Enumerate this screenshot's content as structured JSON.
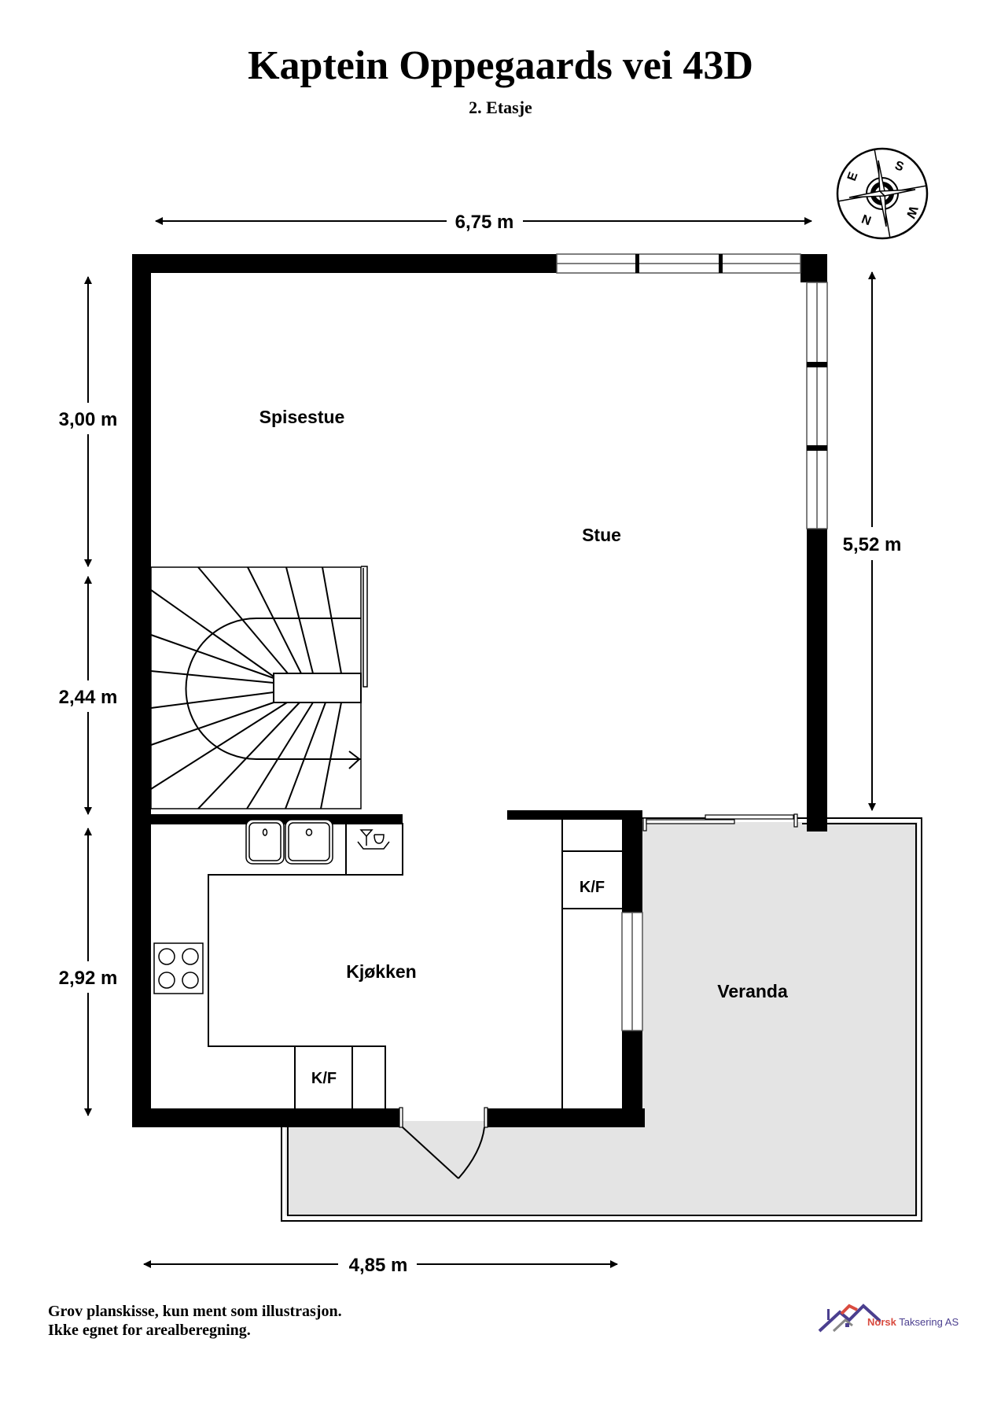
{
  "header": {
    "title": "Kaptein Oppegaards vei 43D",
    "subtitle": "2. Etasje"
  },
  "compass": {
    "icon": "compass-rose-icon",
    "letters": [
      "S",
      "E",
      "N",
      "W"
    ]
  },
  "dimensions": {
    "top_width": "6,75 m",
    "bottom_width": "4,85 m",
    "left_upper": "3,00 m",
    "left_middle": "2,44 m",
    "left_lower": "2,92 m",
    "right": "5,52 m"
  },
  "rooms": {
    "spisestue": "Spisestue",
    "stue": "Stue",
    "kjokken": "Kjøkken",
    "veranda": "Veranda"
  },
  "appliances": {
    "fridge_freezer_1": "K/F",
    "fridge_freezer_2": "K/F",
    "sink": "double-sink-icon",
    "dishwasher": "dishwasher-icon",
    "stove": "stove-icon"
  },
  "footer": {
    "disclaimer_line1": "Grov planskisse, kun ment som illustrasjon.",
    "disclaimer_line2": "Ikke egnet for arealberegning.",
    "logo_brand": "Norsk",
    "logo_rest": " Taksering AS"
  },
  "colors": {
    "wall": "#000000",
    "veranda_fill": "#e4e4e4",
    "logo_red": "#d94b3f",
    "logo_purple": "#4b3f8f"
  }
}
